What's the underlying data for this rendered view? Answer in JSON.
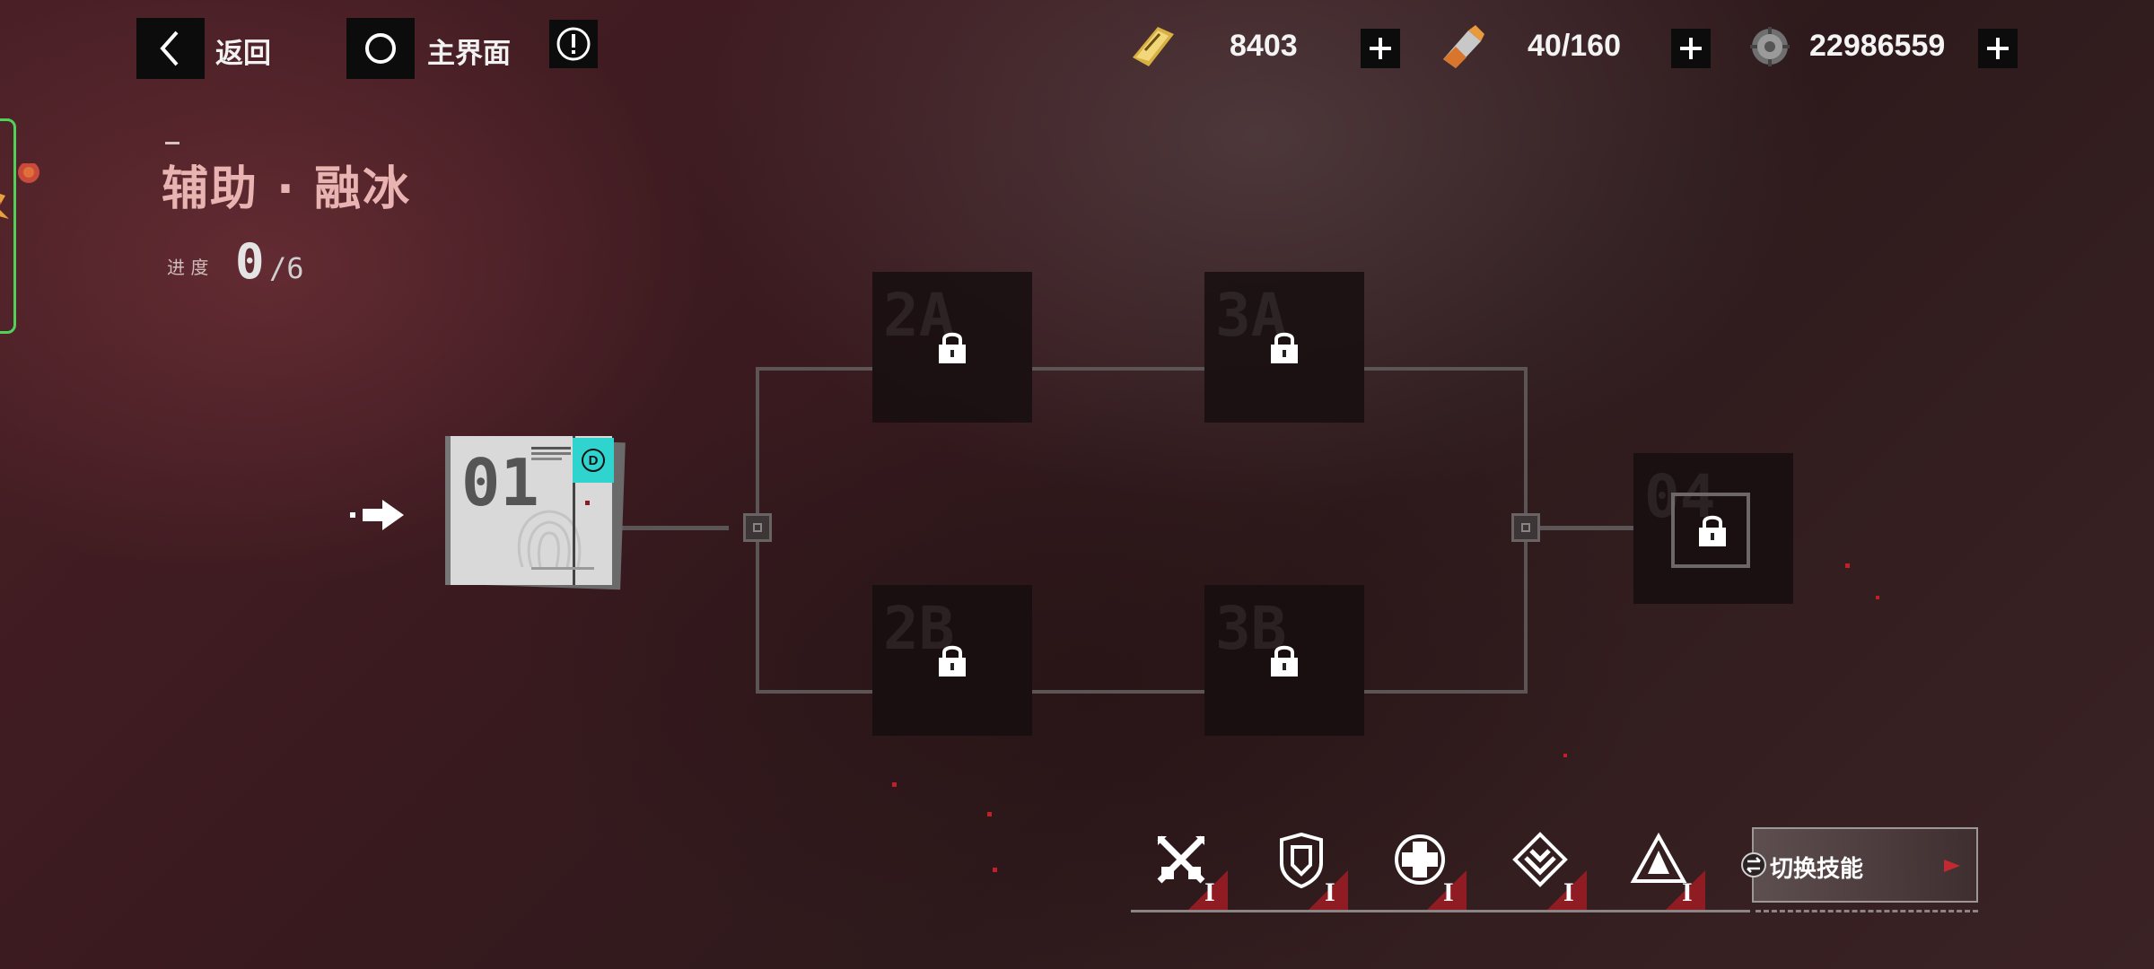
{
  "topbar": {
    "back_label": "返回",
    "home_label": "主界面",
    "resources": [
      {
        "icon": "gold-bar-icon",
        "value": "8403"
      },
      {
        "icon": "stamina-capsule-icon",
        "value": "40/160"
      },
      {
        "icon": "gear-coin-icon",
        "value": "22986559"
      }
    ]
  },
  "stage": {
    "title": "辅助 · 融冰",
    "progress_label": "进 度",
    "progress_current": "0",
    "progress_total": "/6"
  },
  "nodes": {
    "start": {
      "number": "01",
      "badge": "D"
    },
    "n2a": {
      "label": "2A",
      "locked": true
    },
    "n2b": {
      "label": "2B",
      "locked": true
    },
    "n3a": {
      "label": "3A",
      "locked": true
    },
    "n3b": {
      "label": "3B",
      "locked": true
    },
    "n04": {
      "label": "04",
      "locked": true
    }
  },
  "skills": [
    {
      "icon": "crossed-swords-icon",
      "level": "I"
    },
    {
      "icon": "shield-icon",
      "level": "I"
    },
    {
      "icon": "medical-cross-icon",
      "level": "I"
    },
    {
      "icon": "diamond-chevron-icon",
      "level": "I"
    },
    {
      "icon": "warning-triangle-icon",
      "level": "I"
    }
  ],
  "switch_skill_label": "切换技能",
  "colors": {
    "accent_teal": "#2fd4cf",
    "title_pink": "#e8b3b1",
    "skill_red": "#8e1c22",
    "bracket_green": "#4fd25a"
  }
}
